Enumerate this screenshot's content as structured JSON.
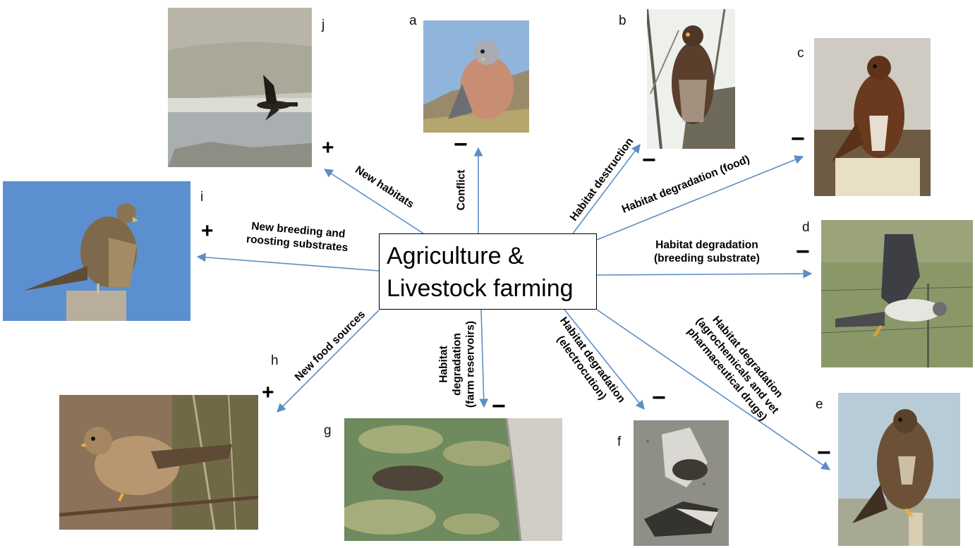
{
  "center": {
    "line1": "Agriculture  &",
    "line2": "Livestock farming"
  },
  "panels": {
    "a": {
      "letter": "a",
      "sign": "−",
      "label": [
        "Conflict"
      ]
    },
    "b": {
      "letter": "b",
      "sign": "−",
      "label": [
        "Habitat destruction"
      ]
    },
    "c": {
      "letter": "c",
      "sign": "−",
      "label": [
        "Habitat degradation (food)"
      ]
    },
    "d": {
      "letter": "d",
      "sign": "−",
      "label": [
        "Habitat degradation",
        "(breeding substrate)"
      ]
    },
    "e": {
      "letter": "e",
      "sign": "−",
      "label": [
        "Habitat degradation",
        "(agrochemicals and vet",
        "pharmaceutical drugs)"
      ]
    },
    "f": {
      "letter": "f",
      "sign": "−",
      "label": [
        "Habitat degradation",
        "(electrocution)"
      ]
    },
    "g": {
      "letter": "g",
      "sign": "−",
      "label": [
        "Habitat",
        "degradation",
        "(farm reservoirs)"
      ]
    },
    "h": {
      "letter": "h",
      "sign": "+",
      "label": [
        "New food sources"
      ]
    },
    "i": {
      "letter": "i",
      "sign": "+",
      "label": [
        "New breeding and",
        "roosting substrates"
      ]
    },
    "j": {
      "letter": "j",
      "sign": "+",
      "label": [
        "New habitats"
      ]
    }
  },
  "colors": {
    "arrow": "#5b8ec4",
    "box_border": "#000000"
  },
  "photo_subjects": {
    "a": "falcon perched on rock",
    "b": "hawk perched in tree",
    "c": "buzzard perched on post",
    "d": "harrier in flight over grass",
    "e": "hawk perched on post",
    "f": "electrocuted birds on ground",
    "g": "drowned bird in farm reservoir",
    "h": "kestrel perched on branch",
    "i": "caracara perched on post",
    "j": "raptor flying over farmland"
  }
}
